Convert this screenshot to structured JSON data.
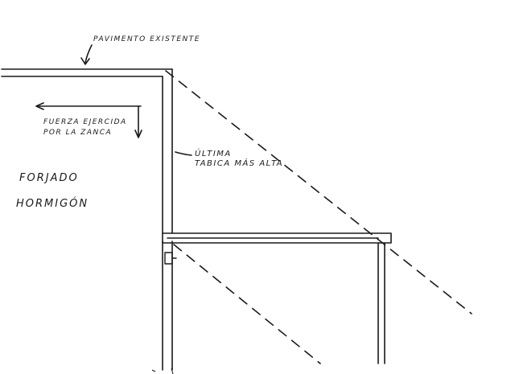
{
  "labels": {
    "pavimento": "PAVIMENTO EXISTENTE",
    "fuerza_line1": "FUERZA EJERCIDA",
    "fuerza_line2": "POR LA ZANCA",
    "ultima_line1": "ÚLTIMA",
    "ultima_line2": "TABICA MÁS ALTA",
    "forjado": "FORJADO",
    "hormigon": "HORMIGÓN"
  },
  "colors": {
    "ink": "#1a1a1a",
    "paper": "#ffffff"
  }
}
